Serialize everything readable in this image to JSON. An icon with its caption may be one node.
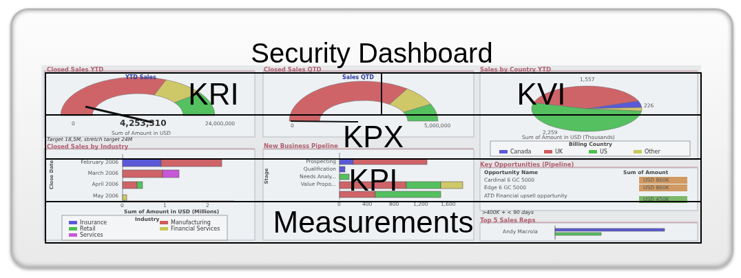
{
  "diagram": {
    "nodes": [
      {
        "text": [
          "Security Dashboard"
        ]
      },
      {
        "text": [
          "KRI"
        ],
        "in": 0
      },
      {
        "text": [
          "KVI"
        ],
        "in": 0
      },
      {
        "text": [
          "KPX"
        ],
        "in": 0
      },
      {
        "text": [
          "KPI"
        ],
        "in": 0
      },
      {
        "text": [
          "Measurements"
        ],
        "in": 0
      }
    ],
    "labels": [
      "Closed Sales YTD",
      "YTD Sales",
      "0",
      "4,253,310",
      "Sum of Amount in USD",
      "24,000,000",
      "Target 18,5M, stretch target 24M",
      "Closed Sales by Industry",
      "February 2006",
      "March 2006",
      "April 2006",
      "May 2006",
      "Close Date",
      "0",
      "1",
      "2",
      "Sum of Amount in USD (Millions)",
      "Industry",
      "Closed Sales QTD",
      "Sales QTD",
      "0",
      "5,000,000",
      "New Business Pipeline",
      "Prospecting",
      "Qualification",
      "Needs Analy...",
      "Value Propo...",
      "Stage",
      "0",
      "400",
      "800",
      "1,200",
      "1,600",
      "Sales by Country YTD",
      "1,557",
      "226",
      "2,259",
      "Sum of Amount in USD (Thousands)",
      "Billing Country",
      "Key Opportunities (Pipeline)",
      "Opportunity Name",
      "Sum of Amount",
      "Cardinal 6 GC 5000",
      "USD 860K",
      "Edge 6 GC 5000",
      "USD 860K",
      "ATD Financial upsell opportunity",
      "USD 450K",
      ">400K + < 90 days",
      "Top 5 Sales Reps",
      "Andy Macrola"
    ],
    "legend": [
      {
        "text": "Insurance",
        "color": "#5a5ad8"
      },
      {
        "text": "Manufacturing",
        "color": "#d05a5a"
      },
      {
        "text": "Retail",
        "color": "#4cc04c"
      },
      {
        "text": "Financial Services",
        "color": "#c8c858"
      },
      {
        "text": "Services",
        "color": "#c858d8"
      },
      {
        "text": "Canada",
        "color": "#5a5ad8"
      },
      {
        "text": "UK",
        "color": "#d05a5a"
      },
      {
        "text": "US",
        "color": "#4cc04c"
      },
      {
        "text": "Other",
        "color": "#c8c858"
      }
    ]
  }
}
